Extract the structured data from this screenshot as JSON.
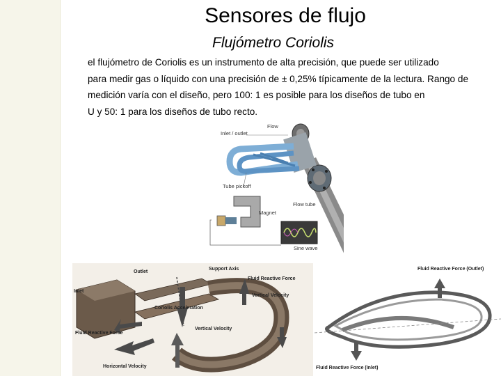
{
  "slide": {
    "title": "Sensores de flujo",
    "subtitle": "Flujómetro Coriolis",
    "paragraph_lines": [
      "el flujómetro de Coriolis es un instrumento de alta precisión, que puede ser utilizado",
      "para medir gas o líquido con una precisión de ± 0,25% típicamente de la lectura. Rango de",
      "medición varía con el diseño, pero 100: 1 es posible para los diseños de tubo en",
      "U y 50: 1 para los diseños de tubo recto."
    ]
  },
  "figure_top": {
    "labels": {
      "inlet_outlet": "Inlet / outlet",
      "flow": "Flow",
      "tube_pickoff": "Tube pickoff",
      "magnet": "Magnet",
      "flow_tube": "Flow tube",
      "sine_wave": "Sine wave"
    }
  },
  "figure_left": {
    "labels": {
      "outlet": "Outlet",
      "support_axis": "Support Axis",
      "fluid_reactive_force": "Fluid Reactive Force",
      "inlet": "Inlet",
      "vertical_velocity": "Vertical Velocity",
      "coriolis_acceleration": "Coriolis Acceleration",
      "fluid_reactive_force_left": "Fluid Reactive Force",
      "vertical_velocity_bottom": "Vertical Velocity",
      "horizontal_velocity": "Horizontal Velocity"
    }
  },
  "figure_right": {
    "labels": {
      "force_outlet": "Fluid Reactive Force (Outlet)",
      "force_inlet": "Fluid Reactive Force (Inlet)"
    }
  }
}
